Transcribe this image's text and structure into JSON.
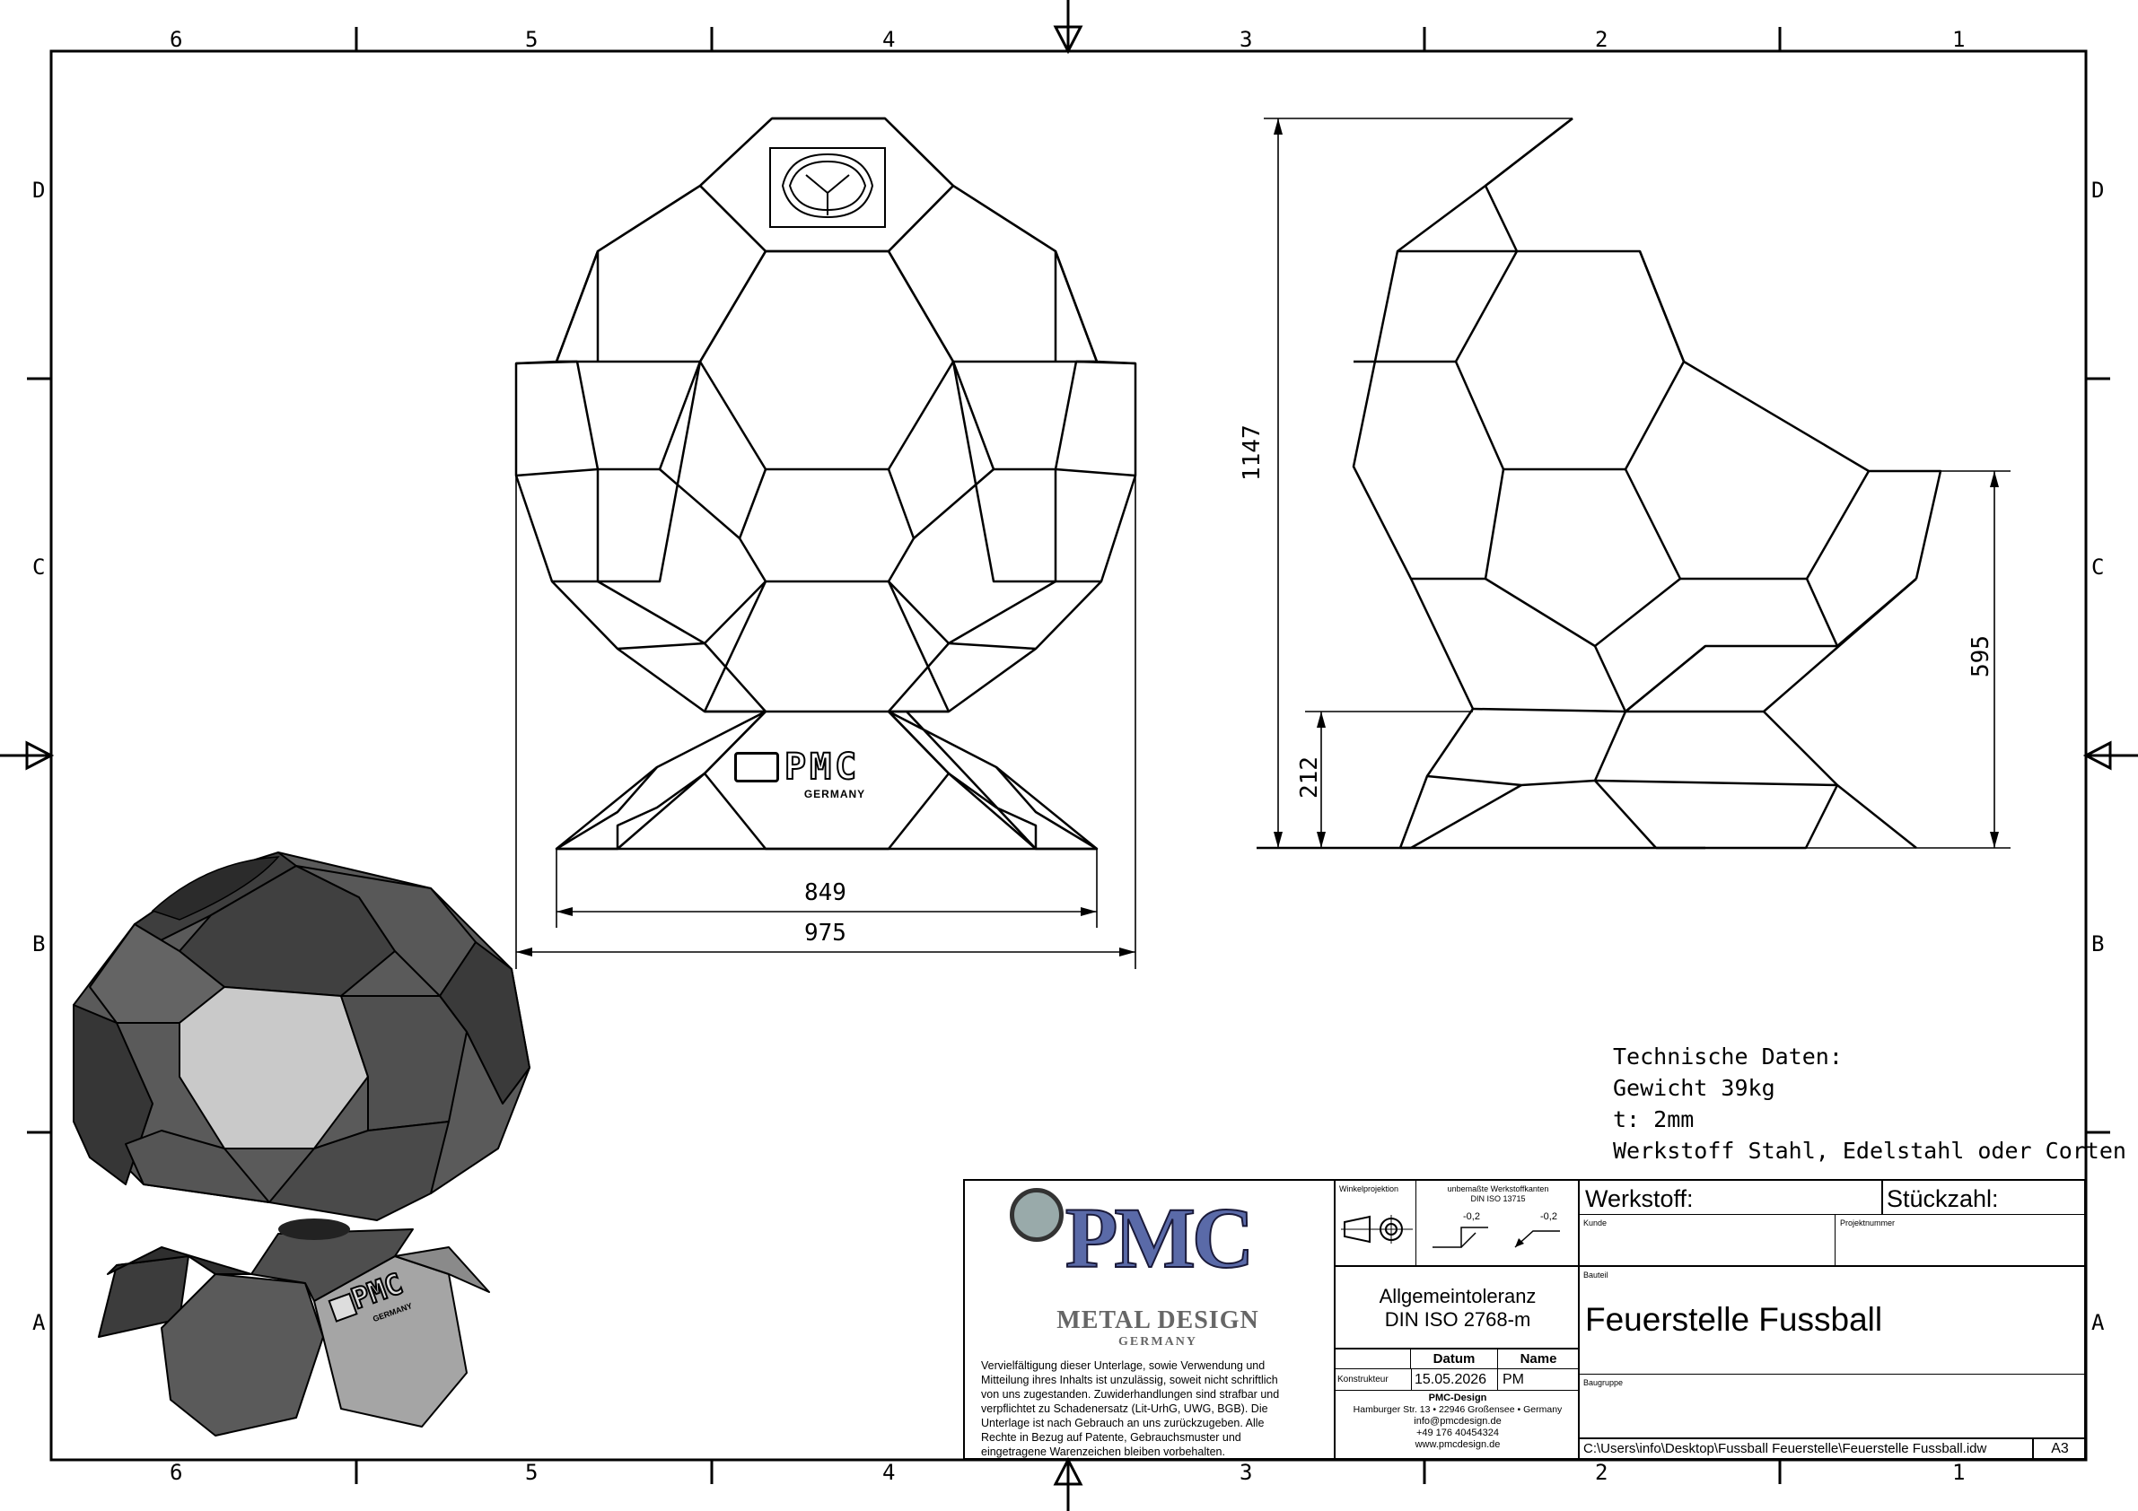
{
  "sheet": {
    "columns": [
      "6",
      "5",
      "4",
      "3",
      "2",
      "1"
    ],
    "rows": [
      "D",
      "C",
      "B",
      "A"
    ]
  },
  "dimensions": {
    "height_total": "1147",
    "width_inner": "849",
    "width_outer": "975",
    "height_upper": "595",
    "height_base": "212"
  },
  "front_logo": {
    "brand": "PMC",
    "sub": "GERMANY"
  },
  "iso_logo": {
    "brand": "PMC",
    "sub": "GERMANY"
  },
  "tech": {
    "title": "Technische Daten:",
    "weight": "Gewicht 39kg",
    "thickness": "t: 2mm",
    "material": "Werkstoff Stahl, Edelstahl oder Corten"
  },
  "titleblock": {
    "logo": {
      "brand": "PMC",
      "line1": "METAL DESIGN",
      "line2": "GERMANY"
    },
    "disclaimer": [
      "Vervielfältigung dieser Unterlage, sowie Verwendung und",
      "Mitteilung ihres Inhalts ist unzulässig, soweit nicht schriftlich",
      "von uns zugestanden. Zuwiderhandlungen sind strafbar und",
      "verpflichtet zu Schadenersatz (Lit-UrhG, UWG, BGB). Die",
      "Unterlage ist nach Gebrauch an uns zurückzugeben. Alle",
      "Rechte in Bezug auf Patente, Gebrauchsmuster und",
      "eingetragene Warenzeichen bleiben vorbehalten."
    ],
    "winkel_label": "Winkelprojektion",
    "edges_label1": "unbemaßte Werkstoffkanten",
    "edges_label2": "DIN ISO 13715",
    "edge_val1": "-0,2",
    "edge_val2": "-0,2",
    "tol_line1": "Allgemeintoleranz",
    "tol_line2": "DIN ISO 2768-m",
    "datum_header": "Datum",
    "name_header": "Name",
    "konstrukteur_label": "Konstrukteur",
    "date": "15.05.2026",
    "name": "PM",
    "company": {
      "name": "PMC-Design",
      "address": "Hamburger Str. 13 • 22946 Großensee • Germany",
      "email": "info@pmcdesign.de",
      "phone": "+49 176 40454324",
      "web": "www.pmcdesign.de"
    },
    "werkstoff_label": "Werkstoff:",
    "stueckzahl_label": "Stückzahl:",
    "kunde_label": "Kunde",
    "projekt_label": "Projektnummer",
    "bauteil_label": "Bauteil",
    "bauteil": "Feuerstelle Fussball",
    "baugruppe_label": "Baugruppe",
    "path": "C:\\Users\\info\\Desktop\\Fussball Feuerstelle\\Feuerstelle Fussball.idw",
    "format": "A3"
  }
}
